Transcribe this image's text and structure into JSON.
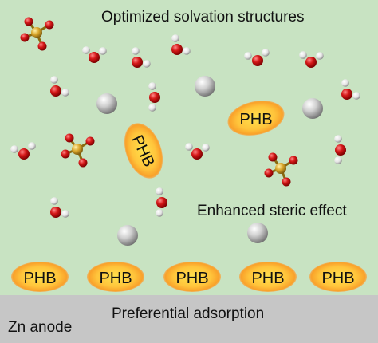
{
  "labels": {
    "title": "Optimized solvation structures",
    "steric": "Enhanced steric effect",
    "adsorption": "Preferential adsorption",
    "anode": "Zn anode",
    "phb": "PHB"
  },
  "colors": {
    "background": "#c8e3c2",
    "anode": "#c6c6c6",
    "oxygen": "#d01616",
    "hydrogen": "#e6e6e6",
    "sulfur": "#d9a62b",
    "zinc_ion": "#b8b8b8",
    "phb_orange": "#f7a023",
    "phb_yellow": "#ffd84a"
  },
  "icons": {
    "sulfate": "sulfate-molecule-icon",
    "water": "water-molecule-icon",
    "zinc_ion": "zinc-ion-sphere-icon",
    "phb": "phb-ellipse-icon"
  }
}
